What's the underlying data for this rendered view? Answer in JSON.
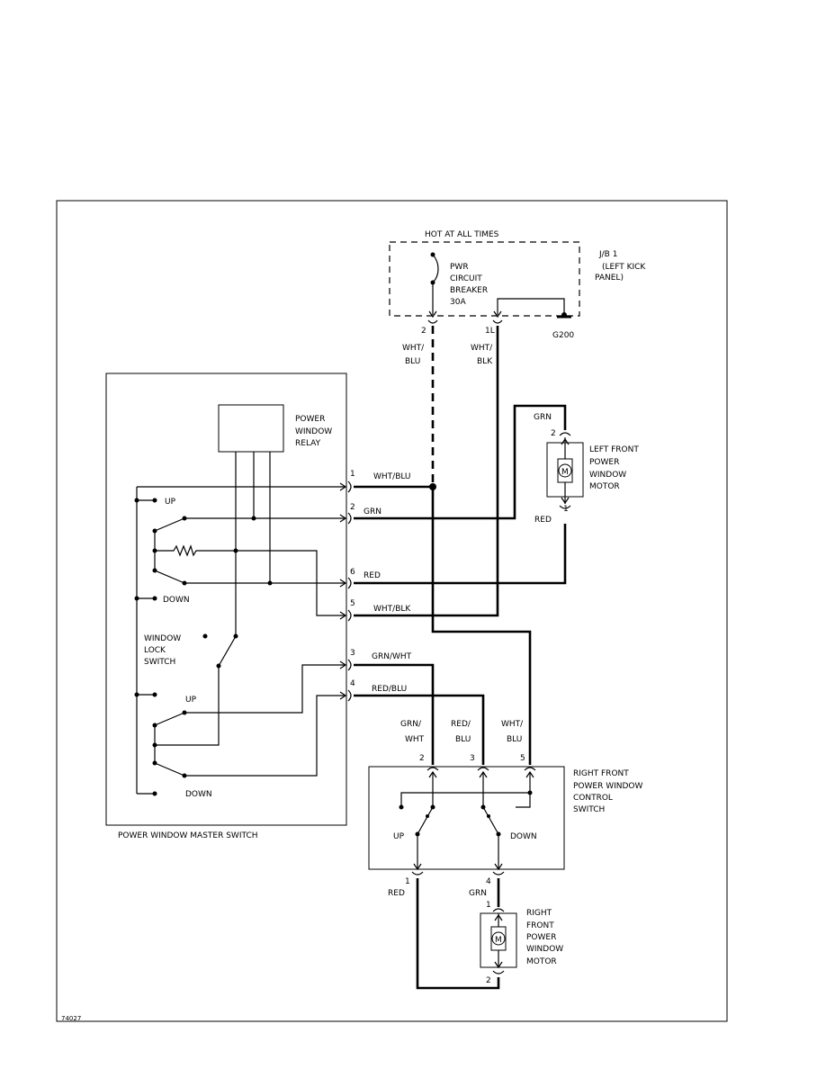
{
  "diagram_code": "74027",
  "junction_block": {
    "header": "HOT AT ALL TIMES",
    "name": "J/B 1",
    "location": "(LEFT KICK",
    "location2": "PANEL)",
    "breaker_l1": "PWR",
    "breaker_l2": "CIRCUIT",
    "breaker_l3": "BREAKER",
    "breaker_l4": "30A",
    "pin_2": "2",
    "pin_1L": "1L",
    "ground": "G200"
  },
  "jb_wires": {
    "left_l1": "WHT/",
    "left_l2": "BLU",
    "right_l1": "WHT/",
    "right_l2": "BLK"
  },
  "master_switch": {
    "title": "POWER WINDOW MASTER SWITCH",
    "relay_l1": "POWER",
    "relay_l2": "WINDOW",
    "relay_l3": "RELAY",
    "up_1": "UP",
    "down_1": "DOWN",
    "lock_l1": "WINDOW",
    "lock_l2": "LOCK",
    "lock_l3": "SWITCH",
    "up_2": "UP",
    "down_2": "DOWN"
  },
  "connector_pins": {
    "p1": "1",
    "p1_wire": "WHT/BLU",
    "p2": "2",
    "p2_wire": "GRN",
    "p6": "6",
    "p6_wire": "RED",
    "p5": "5",
    "p5_wire": "WHT/BLK",
    "p3": "3",
    "p3_wire": "GRN/WHT",
    "p4": "4",
    "p4_wire": "RED/BLU"
  },
  "left_motor": {
    "l1": "LEFT FRONT",
    "l2": "POWER",
    "l3": "WINDOW",
    "l4": "MOTOR",
    "top_wire": "GRN",
    "pin_top": "2",
    "pin_bottom": "1",
    "bottom_wire": "RED",
    "symbol": "M"
  },
  "rf_switch": {
    "l1": "RIGHT FRONT",
    "l2": "POWER WINDOW",
    "l3": "CONTROL",
    "l4": "SWITCH",
    "wire_a1": "GRN/",
    "wire_a2": "WHT",
    "wire_b1": "RED/",
    "wire_b2": "BLU",
    "wire_c1": "WHT/",
    "wire_c2": "BLU",
    "pin_a": "2",
    "pin_b": "3",
    "pin_c": "5",
    "up": "UP",
    "down": "DOWN",
    "pin_out1": "1",
    "out1_wire": "RED",
    "pin_out4": "4",
    "out4_wire": "GRN"
  },
  "right_motor": {
    "l1": "RIGHT",
    "l2": "FRONT",
    "l3": "POWER",
    "l4": "WINDOW",
    "l5": "MOTOR",
    "pin_top": "1",
    "pin_bottom": "2",
    "symbol": "M"
  }
}
